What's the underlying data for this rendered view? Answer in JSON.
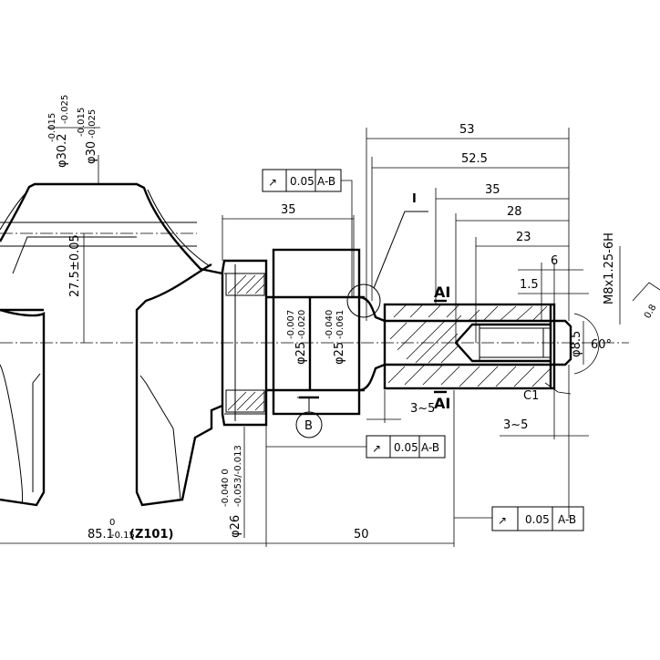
{
  "dimensions": {
    "d_53": "53",
    "d_52_5": "52.5",
    "d_35_top": "35",
    "d_28": "28",
    "d_23": "23",
    "d_35_left": "35",
    "d_6": "6",
    "d_1_5": "1.5",
    "d_3_5_a": "3~5",
    "d_3_5_b": "3~5",
    "d_50": "50",
    "d_27_5": "27.5±0.05",
    "d_85_1": "85.1",
    "d_85_1_tol_upper": "0",
    "d_85_1_tol_lower": "-0.15",
    "z101": "(Z101)",
    "phi30_2": "φ30.2",
    "phi30_2_tol_upper": "-0.015",
    "phi30_2_tol_lower": "-0.025",
    "phi30": "φ30",
    "phi30_tol_upper": "-0.015",
    "phi30_tol_lower": "-0.025",
    "phi25_a": "φ25",
    "phi25_a_tol_upper": "-0.007",
    "phi25_a_tol_lower": "-0.020",
    "phi25_b": "φ25",
    "phi25_b_tol_upper": "-0.040",
    "phi25_b_tol_lower": "-0.061",
    "phi26": "φ26",
    "phi26_tol_upper": "-0.040  0",
    "phi26_tol_lower": "-0.053/-0.013",
    "phi8_5": "φ8.5",
    "angle_60": "60°",
    "thread": "M8x1.25-6H",
    "chamfer": "C1",
    "roughness": "0.8"
  },
  "tolerance_frames": [
    {
      "symbol": "↗",
      "value": "0.05",
      "datum": "A-B"
    },
    {
      "symbol": "↗",
      "value": "0.05",
      "datum": "A-B"
    },
    {
      "symbol": "↗",
      "value": "0.05",
      "datum": "A-B"
    }
  ],
  "labels": {
    "detail": "I",
    "section_a_top": "AI",
    "section_a_bottom": "AI",
    "datum_b": "B"
  }
}
